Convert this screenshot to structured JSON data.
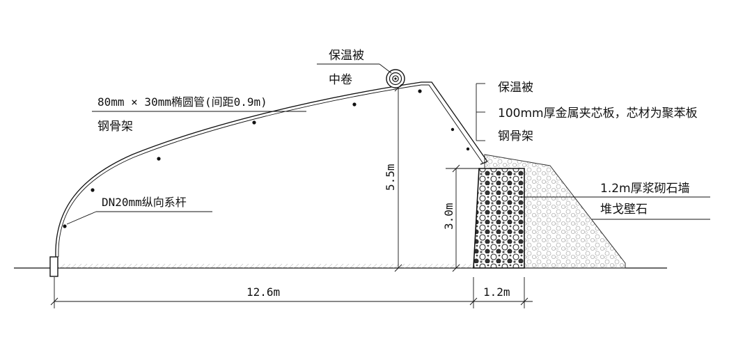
{
  "labels": {
    "quilt_top": "保温被",
    "quilt_roll": "中卷",
    "tube": "80mm × 30mm椭圆管(间距0.9m)",
    "frame_left": "钢骨架",
    "purlin": "DN20mm纵向系杆",
    "north_quilt": "保温被",
    "north_panel": "100mm厚金属夹芯板，芯材为聚苯板",
    "north_frame": "钢骨架",
    "wall": "1.2m厚浆砌石墙",
    "fill": "堆戈壁石"
  },
  "dimensions": {
    "ridge_height": "5.5m",
    "wall_height": "3.0m",
    "span": "12.6m",
    "wall_thickness": "1.2m"
  },
  "colors": {
    "line": "#111111",
    "rubble": "#c8c8c8",
    "stone_wall": "#444444",
    "background": "#ffffff"
  }
}
